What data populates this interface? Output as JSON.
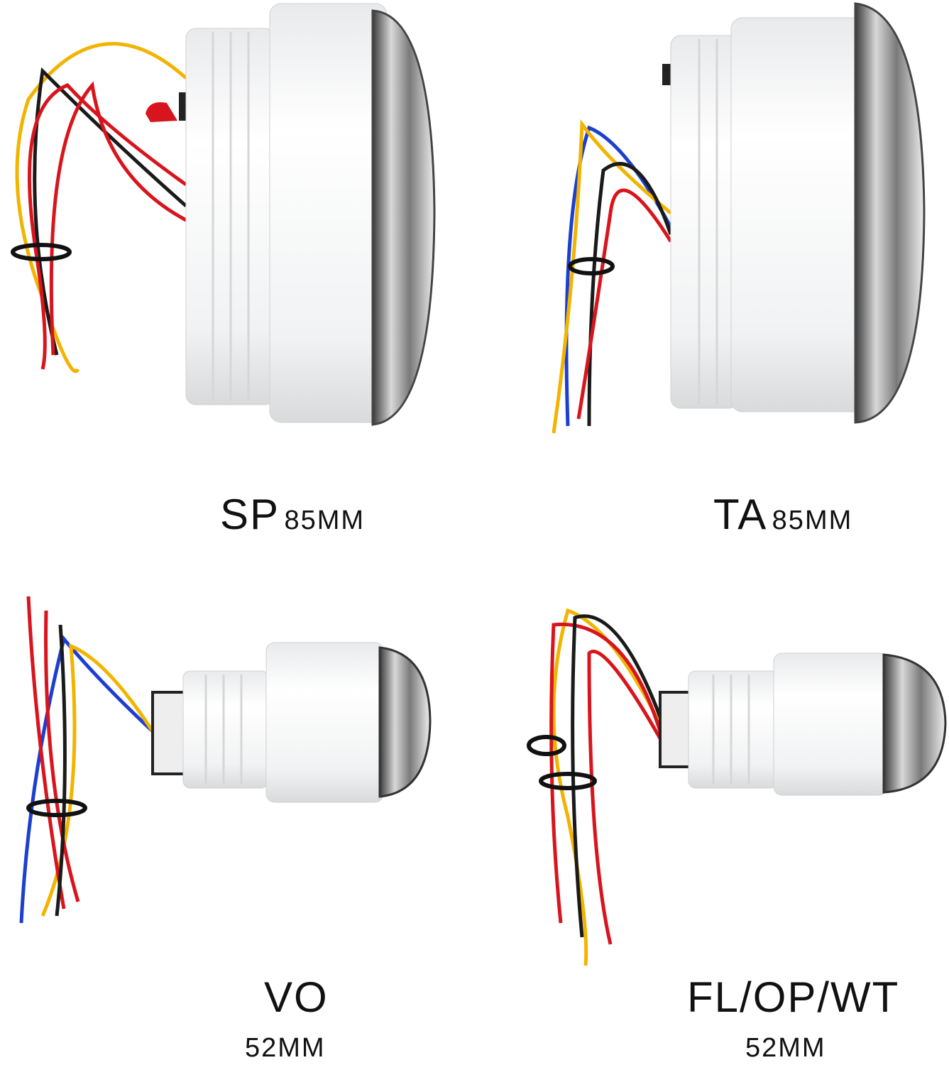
{
  "products": [
    {
      "code": "SP",
      "size": "85MM"
    },
    {
      "code": "TA",
      "size": "85MM"
    },
    {
      "code": "VO",
      "size": "52MM"
    },
    {
      "code": "FL/OP/WT",
      "size": "52MM"
    }
  ],
  "colors": {
    "body": "#f4f5f6",
    "bezel": "#8a8a8a",
    "wire_red": "#d8141c",
    "wire_yellow": "#f2b400",
    "wire_black": "#1a1a1a",
    "wire_blue": "#1c3fd0"
  }
}
